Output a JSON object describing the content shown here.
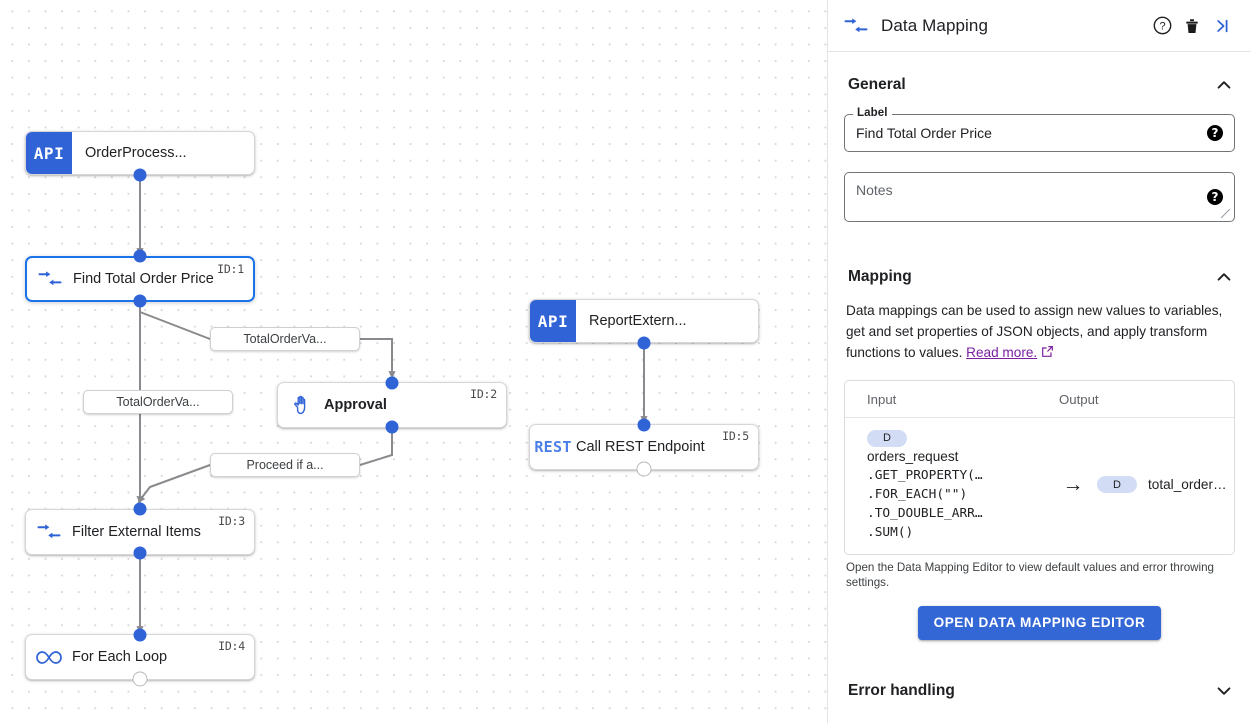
{
  "panel": {
    "title": "Data Mapping",
    "header_icons": [
      {
        "name": "data-mapping-icon",
        "label": "data-mapping"
      },
      {
        "name": "help-icon",
        "label": "help"
      },
      {
        "name": "delete-icon",
        "label": "delete"
      },
      {
        "name": "collapse-panel-icon",
        "label": "collapse"
      }
    ],
    "general": {
      "title": "General",
      "label_legend": "Label",
      "label_value": "Find Total Order Price",
      "notes_placeholder": "Notes"
    },
    "mapping": {
      "title": "Mapping",
      "description_text": "Data mappings can be used to assign new values to variables, get and set properties of JSON objects, and apply transform functions to values.",
      "read_more": "Read more.",
      "table": {
        "headers": [
          "Input",
          "Output"
        ],
        "rows": [
          {
            "input_chip": "D",
            "input_lines": [
              "orders_request",
              ".GET_PROPERTY(…",
              ".FOR_EACH(\"\")",
              ".TO_DOUBLE_ARR…",
              ".SUM()"
            ],
            "arrow": "→",
            "output_chip": "D",
            "output_text": "total_order…"
          }
        ]
      },
      "hint": "Open the Data Mapping Editor to view default values and error throwing settings.",
      "button_label": "OPEN DATA MAPPING EDITOR"
    },
    "error_handling": {
      "title": "Error handling"
    }
  },
  "canvas": {
    "nodes": [
      {
        "name": "node-orderprocess",
        "kind": "api",
        "badge": "API",
        "label": "OrderProcess...",
        "id_badge": ""
      },
      {
        "name": "node-find-total-order-price",
        "kind": "map",
        "badge": "",
        "label": "Find Total Order Price",
        "id_badge": "ID:1"
      },
      {
        "name": "node-approval",
        "kind": "approval",
        "badge": "",
        "label": "Approval",
        "id_badge": "ID:2"
      },
      {
        "name": "node-filter-external-items",
        "kind": "map",
        "badge": "",
        "label": "Filter External Items",
        "id_badge": "ID:3"
      },
      {
        "name": "node-for-each-loop",
        "kind": "loop",
        "badge": "",
        "label": "For Each Loop",
        "id_badge": "ID:4"
      },
      {
        "name": "node-reportextern",
        "kind": "api",
        "badge": "API",
        "label": "ReportExtern...",
        "id_badge": ""
      },
      {
        "name": "node-call-rest-endpoint",
        "kind": "rest",
        "badge": "REST",
        "label": "Call REST Endpoint",
        "id_badge": "ID:5"
      }
    ],
    "edge_labels": [
      {
        "name": "edge-label-totalordervalue-1",
        "text": "TotalOrderVa..."
      },
      {
        "name": "edge-label-totalordervalue-2",
        "text": "TotalOrderVa..."
      },
      {
        "name": "edge-label-proceed-if",
        "text": "Proceed if a..."
      }
    ]
  },
  "colors": {
    "accent": "#2f63d6",
    "button": "#3367d6",
    "selected_border": "#1a73e8",
    "link": "#7b1fa2",
    "chip": "#d2ddf5"
  }
}
